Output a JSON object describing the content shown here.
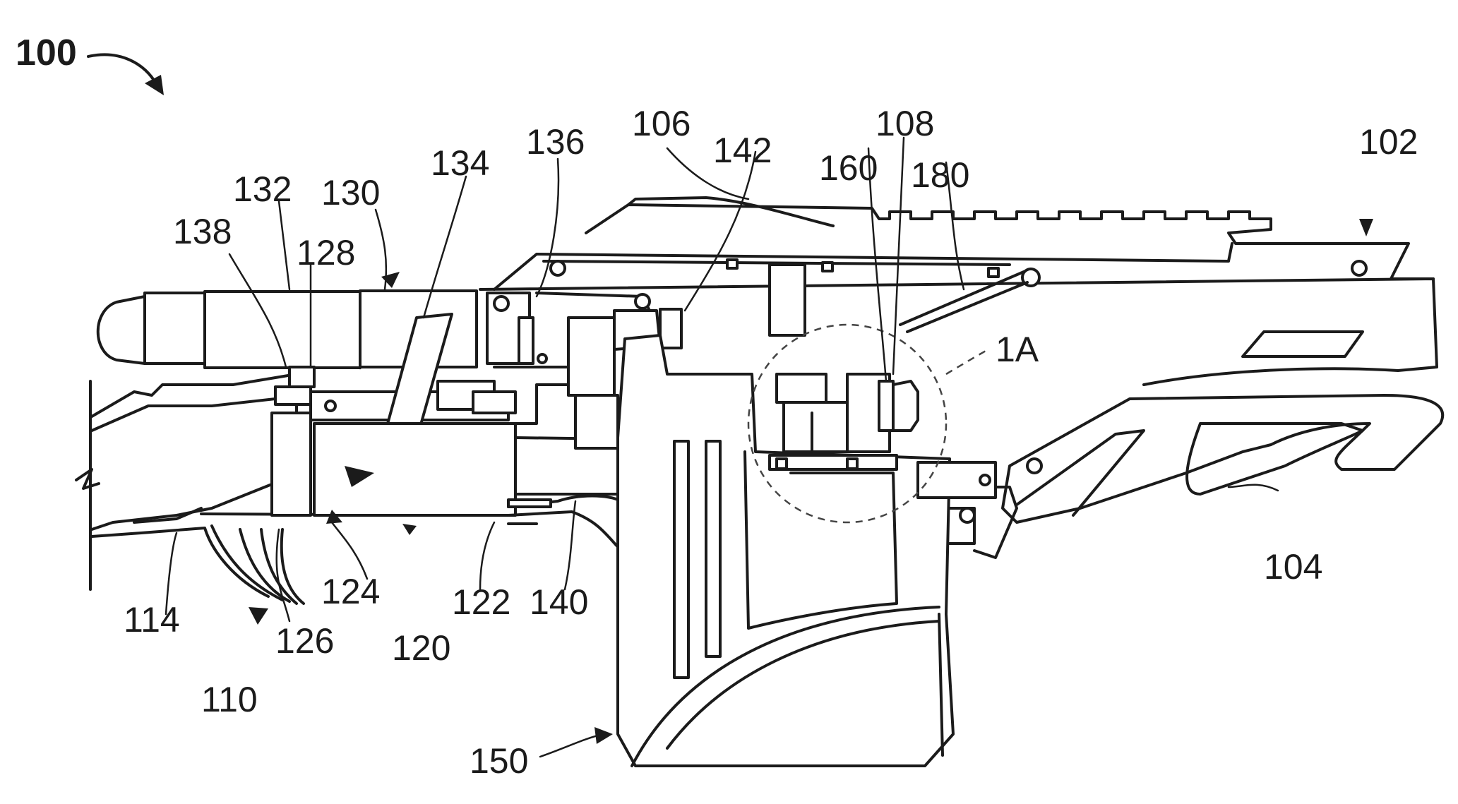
{
  "figure": {
    "main_ref": "100",
    "labels": {
      "l102": "102",
      "l104": "104",
      "l106": "106",
      "l108": "108",
      "l110": "110",
      "l114": "114",
      "l120": "120",
      "l122": "122",
      "l124": "124",
      "l126": "126",
      "l128": "128",
      "l130": "130",
      "l132": "132",
      "l134": "134",
      "l136": "136",
      "l138": "138",
      "l140": "140",
      "l142": "142",
      "l150": "150",
      "l160": "160",
      "l180": "180",
      "detail": "1A"
    }
  }
}
